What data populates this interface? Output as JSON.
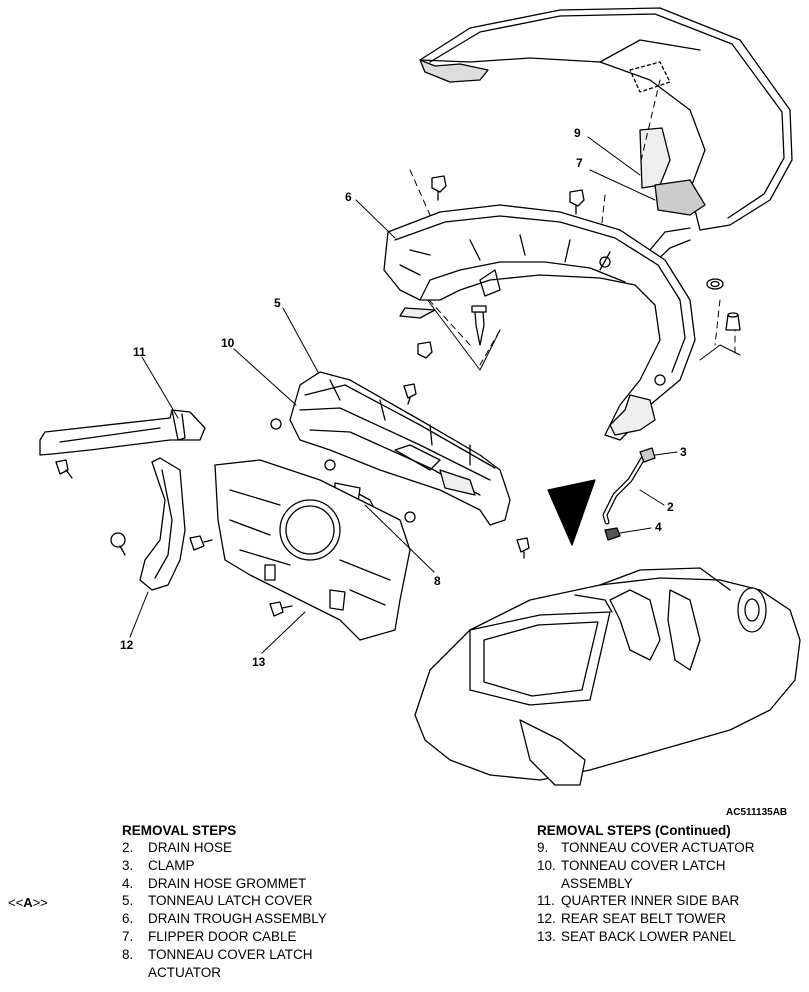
{
  "callouts": [
    "9",
    "7",
    "6",
    "5",
    "11",
    "10",
    "3",
    "2",
    "4",
    "8",
    "12",
    "13"
  ],
  "figure_code": "AC511135AB",
  "marker": {
    "open": "<<",
    "letter": "A",
    "close": ">>"
  },
  "removal_steps_left": {
    "title": "REMOVAL STEPS",
    "items": [
      {
        "num": "2.",
        "text": "DRAIN HOSE"
      },
      {
        "num": "3.",
        "text": "CLAMP"
      },
      {
        "num": "4.",
        "text": "DRAIN HOSE GROMMET"
      },
      {
        "num": "5.",
        "text": "TONNEAU LATCH COVER"
      },
      {
        "num": "6.",
        "text": "DRAIN TROUGH ASSEMBLY"
      },
      {
        "num": "7.",
        "text": "FLIPPER DOOR CABLE"
      },
      {
        "num": "8.",
        "text": "TONNEAU COVER LATCH ACTUATOR"
      }
    ]
  },
  "removal_steps_right": {
    "title": "REMOVAL STEPS (Continued)",
    "items": [
      {
        "num": "9.",
        "text": "TONNEAU COVER ACTUATOR"
      },
      {
        "num": "10.",
        "text": "TONNEAU COVER LATCH ASSEMBLY"
      },
      {
        "num": "11.",
        "text": "QUARTER INNER SIDE BAR"
      },
      {
        "num": "12.",
        "text": "REAR SEAT BELT TOWER"
      },
      {
        "num": "13.",
        "text": "SEAT BACK LOWER PANEL"
      }
    ]
  }
}
